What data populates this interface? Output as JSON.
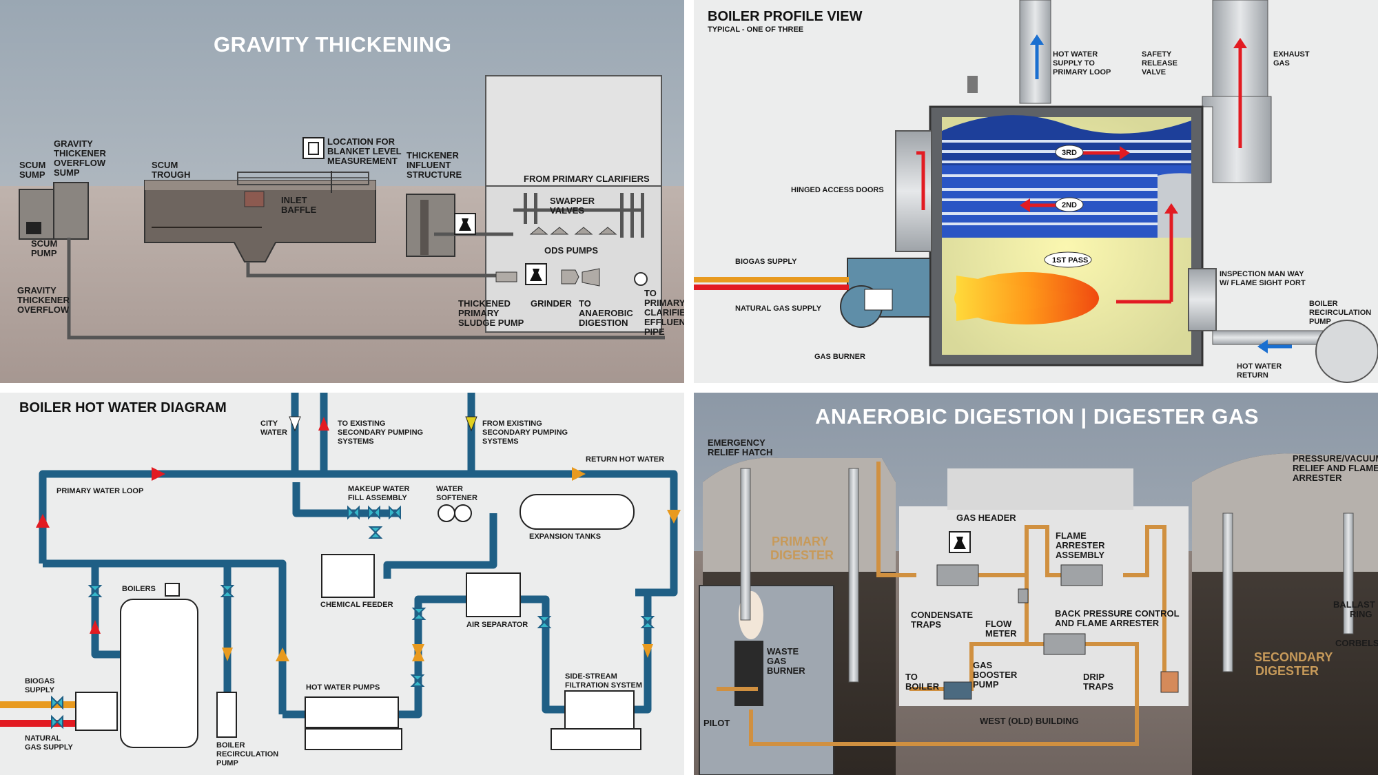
{
  "panels": {
    "gravity": {
      "title": "GRAVITY THICKENING",
      "labels": {
        "scum_sump": [
          "SCUM",
          "SUMP"
        ],
        "gto_sump": [
          "GRAVITY",
          "THICKENER",
          "OVERFLOW",
          "SUMP"
        ],
        "scum_trough": [
          "SCUM",
          "TROUGH"
        ],
        "location": [
          "LOCATION FOR",
          "BLANKET LEVEL",
          "MEASUREMENT"
        ],
        "thickener_influent": [
          "THICKENER",
          "INFLUENT",
          "STRUCTURE"
        ],
        "from_primary": "FROM PRIMARY CLARIFIERS",
        "swapper_valves": [
          "SWAPPER",
          "VALVES"
        ],
        "inlet_baffle": [
          "INLET",
          "BAFFLE"
        ],
        "scum_pump": [
          "SCUM",
          "PUMP"
        ],
        "ods_pumps": "ODS PUMPS",
        "gto": [
          "GRAVITY",
          "THICKENER",
          "OVERFLOW"
        ],
        "tps_pump": [
          "THICKENED",
          "PRIMARY",
          "SLUDGE PUMP"
        ],
        "grinder": "GRINDER",
        "to_anaerobic": [
          "TO",
          "ANAEROBIC",
          "DIGESTION"
        ],
        "to_primary_eff": [
          "TO",
          "PRIMARY",
          "CLARIFIER",
          "EFFLUENT",
          "PIPE"
        ]
      }
    },
    "boiler_profile": {
      "title": "BOILER PROFILE VIEW",
      "subtitle": "TYPICAL - ONE OF THREE",
      "labels": {
        "hot_water_supply": [
          "HOT WATER",
          "SUPPLY TO",
          "PRIMARY LOOP"
        ],
        "safety_valve": [
          "SAFETY",
          "RELEASE",
          "VALVE"
        ],
        "exhaust": [
          "EXHAUST",
          "GAS"
        ],
        "hinged_doors": "HINGED ACCESS DOORS",
        "biogas": "BIOGAS SUPPLY",
        "natural_gas": "NATURAL GAS SUPPLY",
        "gas_burner": "GAS BURNER",
        "inspection": [
          "INSPECTION MAN WAY",
          "W/ FLAME SIGHT PORT"
        ],
        "recirc_pump": [
          "BOILER",
          "RECIRCULATION",
          "PUMP"
        ],
        "hw_return": [
          "HOT WATER",
          "RETURN"
        ],
        "pass3": "3RD",
        "pass2": "2ND",
        "pass1": "1ST PASS"
      }
    },
    "hot_water": {
      "title": "BOILER HOT WATER DIAGRAM",
      "labels": {
        "city_water": [
          "CITY",
          "WATER"
        ],
        "to_existing": [
          "TO EXISTING",
          "SECONDARY PUMPING",
          "SYSTEMS"
        ],
        "from_existing": [
          "FROM EXISTING",
          "SECONDARY PUMPING",
          "SYSTEMS"
        ],
        "return_hw": "RETURN HOT WATER",
        "primary_loop": "PRIMARY WATER LOOP",
        "makeup": [
          "MAKEUP WATER",
          "FILL ASSEMBLY"
        ],
        "softener": [
          "WATER",
          "SOFTENER"
        ],
        "expansion": "EXPANSION TANKS",
        "boilers": "BOILERS",
        "chem_feeder": "CHEMICAL FEEDER",
        "air_sep": "AIR SEPARATOR",
        "hw_pumps": "HOT WATER PUMPS",
        "sidestream": [
          "SIDE-STREAM",
          "FILTRATION SYSTEM"
        ],
        "biogas": [
          "BIOGAS",
          "SUPPLY"
        ],
        "natgas": [
          "NATURAL",
          "GAS SUPPLY"
        ],
        "recirc": [
          "BOILER",
          "RECIRCULATION",
          "PUMP"
        ]
      }
    },
    "anaerobic": {
      "title": "ANAEROBIC DIGESTION | DIGESTER GAS",
      "labels": {
        "emergency": [
          "EMERGENCY",
          "RELIEF HATCH"
        ],
        "pressure_vac": [
          "PRESSURE/VACUUM",
          "RELIEF AND FLAME",
          "ARRESTER"
        ],
        "primary_dig": [
          "PRIMARY",
          "DIGESTER"
        ],
        "secondary_dig": [
          "SECONDARY",
          "DIGESTER"
        ],
        "gas_header": "GAS HEADER",
        "flame_arrester": [
          "FLAME",
          "ARRESTER",
          "ASSEMBLY"
        ],
        "condensate": [
          "CONDENSATE",
          "TRAPS"
        ],
        "back_pressure": [
          "BACK PRESSURE CONTROL",
          "AND FLAME ARRESTER"
        ],
        "flow_meter": [
          "FLOW",
          "METER"
        ],
        "waste_burner": [
          "WASTE",
          "GAS",
          "BURNER"
        ],
        "to_boiler": [
          "TO",
          "BOILER"
        ],
        "booster": [
          "GAS",
          "BOOSTER",
          "PUMP"
        ],
        "drip_traps": [
          "DRIP",
          "TRAPS"
        ],
        "ballast": [
          "BALLAST",
          "RING"
        ],
        "corbels": "CORBELS",
        "pilot": "PILOT",
        "west_building": "WEST (OLD) BUILDING"
      }
    }
  },
  "colors": {
    "pipe_blue": "#1f5f85",
    "valve_teal": "#36b7c9",
    "arrow_red": "#e21b22",
    "arrow_orange": "#e89a1f",
    "gas_pipe": "#d09040",
    "digester_text": "#c79a5a"
  }
}
